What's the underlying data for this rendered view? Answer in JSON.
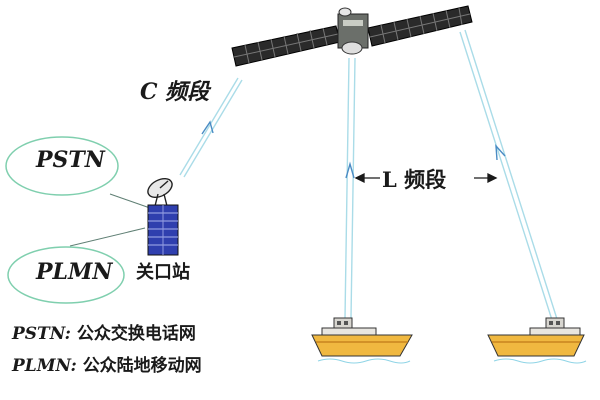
{
  "labels": {
    "c_band": "C 频段",
    "l_band": "L 频段",
    "pstn": "PSTN",
    "plmn": "PLMN",
    "gateway": "关口站"
  },
  "legend": [
    {
      "abbr": "PSTN:",
      "definition": "公众交换电话网"
    },
    {
      "abbr": "PLMN:",
      "definition": "公众陆地移动网"
    }
  ],
  "colors": {
    "beam": "#aadce8",
    "panel": "#2a2a2a",
    "gateway_tower": "#2f3fae",
    "ship_hull": "#f0b840",
    "ship_deck": "#e8e6e0",
    "ellipse": "#7fcfae",
    "text": "#1a1a1a"
  }
}
